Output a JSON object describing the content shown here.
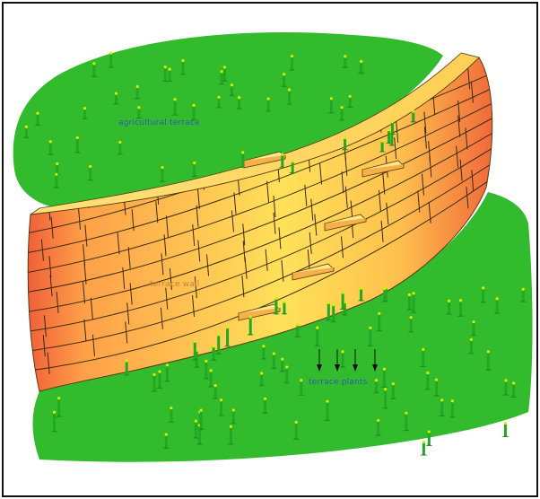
{
  "labels": {
    "upper_terrace": "agricultural terrace",
    "wall": "terrace wall",
    "lower_terrace": "terrace plants"
  },
  "colors": {
    "grass": "#33bb2e",
    "grass_dark": "#1f8f1f",
    "plant": "#22a822",
    "plant_tip": "#d8f000",
    "wall_light": "#ffe760",
    "wall_mid": "#ffb04a",
    "wall_dark": "#f0603a",
    "mortar": "#3a2a10",
    "frame": "#111111"
  }
}
